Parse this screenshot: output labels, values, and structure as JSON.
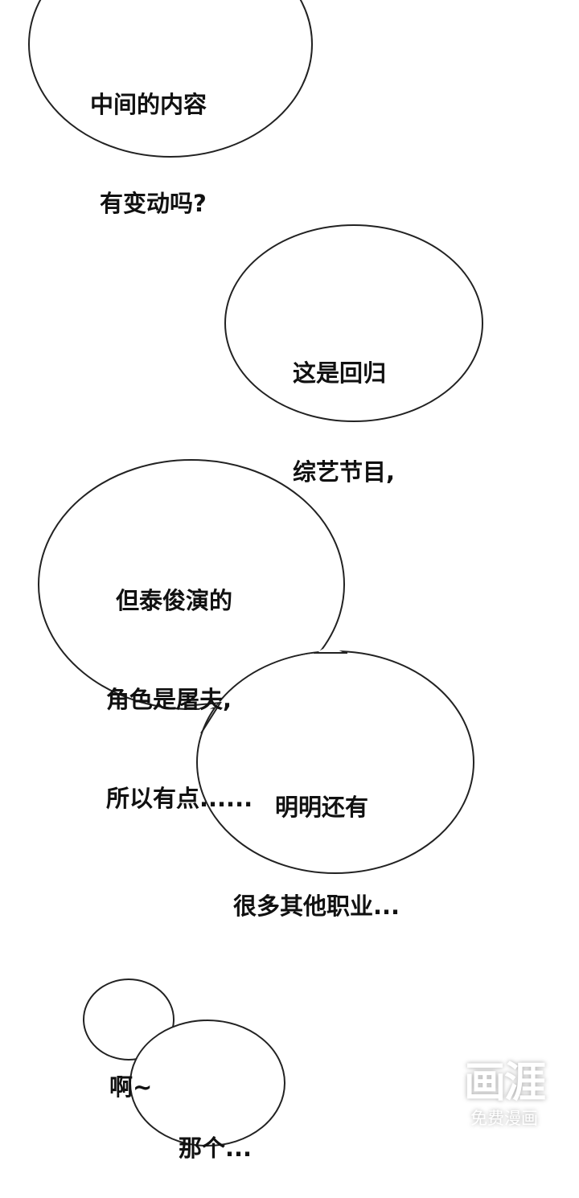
{
  "panel": {
    "background": "#ffffff",
    "bubble_stroke": "#222222",
    "bubbles": [
      {
        "id": "bubble-1",
        "lines": [
          "中间的内容",
          "有变动吗?"
        ]
      },
      {
        "id": "bubble-2",
        "lines": [
          "这是回归",
          "综艺节目,"
        ]
      },
      {
        "id": "bubble-3a",
        "lines": [
          "但泰俊演的",
          "角色是屠夫,",
          "所以有点......"
        ]
      },
      {
        "id": "bubble-3b",
        "lines": [
          "明明还有",
          "很多其他职业..."
        ]
      },
      {
        "id": "bubble-4a",
        "lines": [
          "啊~"
        ]
      },
      {
        "id": "bubble-4b",
        "lines": [
          "那个..."
        ]
      }
    ]
  },
  "watermark": {
    "logo": "画涯",
    "subtitle": "免费漫画"
  }
}
